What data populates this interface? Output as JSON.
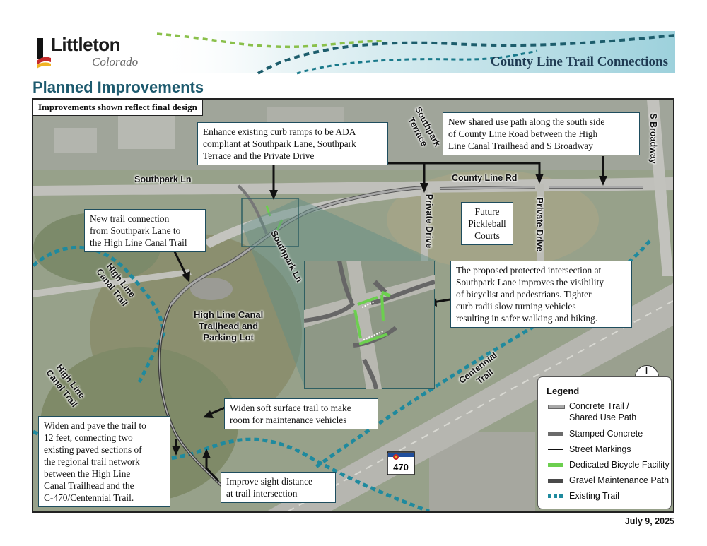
{
  "header": {
    "brand_name": "Littleton",
    "brand_sub": "Colorado",
    "doc_title": "County Line Trail Connections",
    "colors": {
      "band_teal": "#5aa9b8",
      "band_dark": "#1d5d6c",
      "dash_green": "#8ac04b",
      "dash_teal": "#19798a"
    }
  },
  "section_title": "Planned Improvements",
  "map": {
    "note": "Improvements shown reflect final design",
    "road_labels": {
      "southpark_ln": "Southpark Ln",
      "southpark_terrace": "Southpark\nTerrace",
      "county_line_rd": "County Line Rd",
      "private_drive_1": "Private Drive",
      "private_drive_2": "Private Drive",
      "s_broadway": "S Broadway",
      "southpark_ln_vertical": "Southpark Ln",
      "high_line_canal_trail_1": "High Line\nCanal Trail",
      "high_line_canal_trail_2": "High Line\nCanal Trail",
      "centennial_trail": "Centennial\nTrail",
      "trailhead": "High Line Canal\nTrailhead and\nParking Lot"
    },
    "callouts": {
      "curb_ramps": "Enhance existing curb ramps to be ADA\ncompliant at Southpark Lane, Southpark\nTerrace and the Private Drive",
      "shared_use_path": "New shared use path along the south side\nof County Line Road between the High\nLine Canal Trailhead and S Broadway",
      "new_trail_connection": "New trail connection\nfrom Southpark Lane to\nthe High Line Canal Trail",
      "pickleball": "Future\nPickleball\nCourts",
      "protected_intersection": "The proposed protected intersection at\nSouthpark Lane improves the visibility\nof bicyclist and pedestrians. Tighter\ncurb radii slow turning vehicles\nresulting in safer walking and biking.",
      "widen_soft_surface": "Widen soft surface trail to make\nroom for maintenance vehicles",
      "widen_pave": "Widen and pave the trail to\n12 feet, connecting two\nexisting paved sections of\nthe regional trail network\nbetween the High Line\nCanal Trailhead and the\nC-470/Centennial Trail.",
      "sight_distance": "Improve sight distance\nat trail intersection"
    },
    "legend": {
      "title": "Legend",
      "items": [
        {
          "label": "Concrete Trail /\nShared Use Path",
          "color": "#a9a9a9"
        },
        {
          "label": "Stamped Concrete",
          "color": "#6b6b6b"
        },
        {
          "label": "Street Markings",
          "color": "#111111"
        },
        {
          "label": "Dedicated Bicycle Facility",
          "color": "#6ccf4f"
        },
        {
          "label": "Gravel Maintenance Path",
          "color": "#4a4a4a"
        },
        {
          "label": "Existing Trail",
          "color": "#1f8a9e"
        }
      ]
    },
    "north_label": "N",
    "highway_shield": "470"
  },
  "footer": {
    "date": "July 9, 2025"
  }
}
